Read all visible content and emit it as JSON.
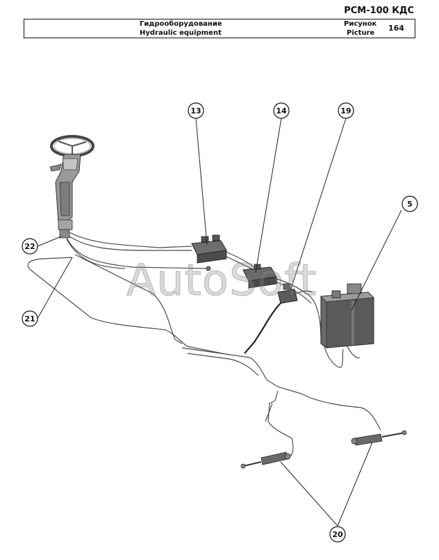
{
  "model": "РСМ-100 КДС",
  "header": {
    "title_ru": "Гидрооборудование",
    "title_en": "Hydraulic equipment",
    "picture_ru": "Рисунок",
    "picture_en": "Picture",
    "picture_number": "164"
  },
  "watermark": "AutoSoft",
  "callouts": {
    "c13": "13",
    "c14": "14",
    "c19": "19",
    "c5": "5",
    "c22": "22",
    "c21": "21",
    "c20": "20"
  }
}
